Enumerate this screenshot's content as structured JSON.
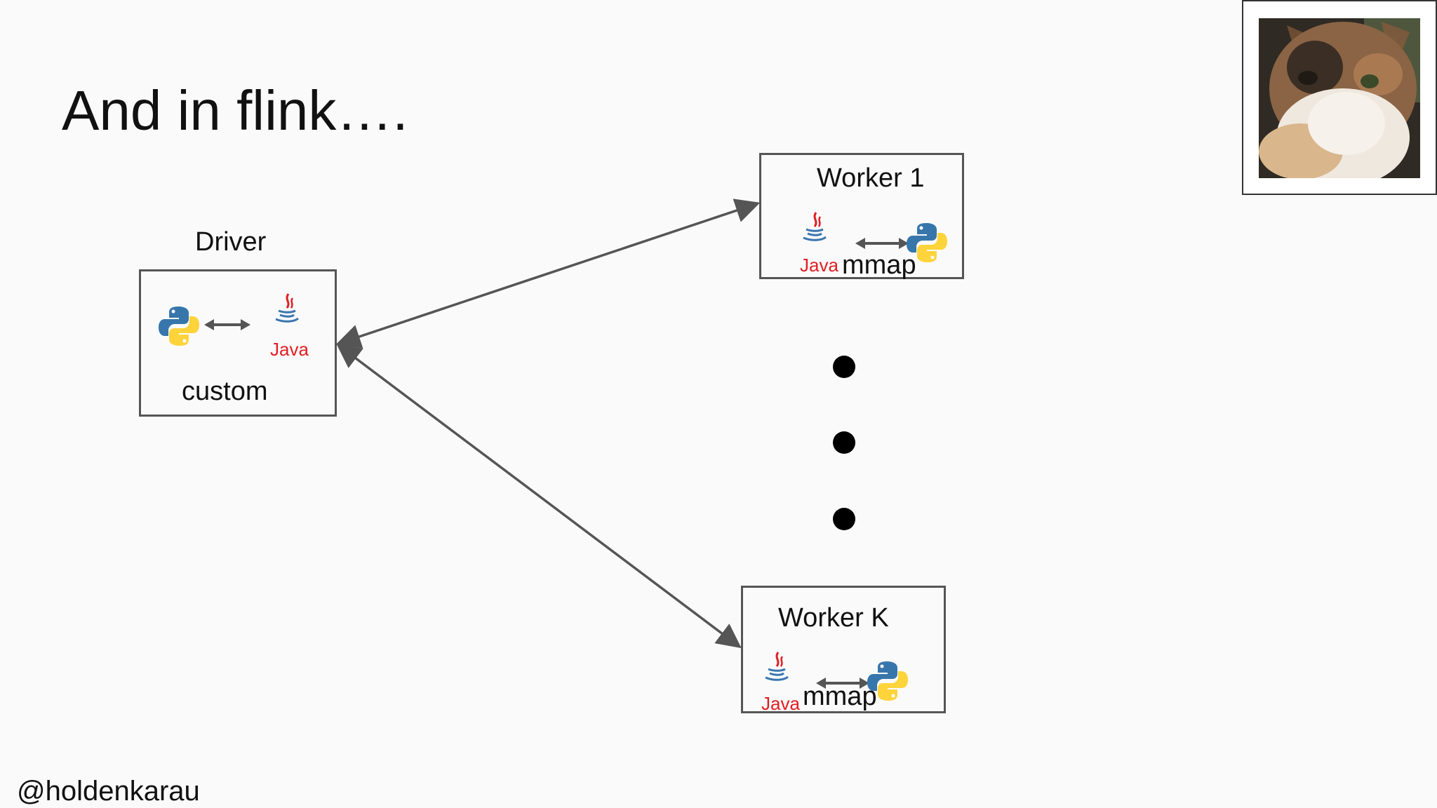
{
  "slide": {
    "title": "And in flink….",
    "handle": "@holdenkarau"
  },
  "driver": {
    "label": "Driver",
    "caption": "custom"
  },
  "worker_1": {
    "label": "Worker 1",
    "caption": "mmap"
  },
  "worker_k": {
    "label": "Worker K",
    "caption": "mmap"
  },
  "logos": {
    "java_text": "Java",
    "python_name": "python-logo-icon",
    "java_name": "java-logo-icon"
  },
  "colors": {
    "python_blue": "#3776ab",
    "python_yellow": "#ffd43b",
    "java_red": "#e11e22",
    "java_blue": "#3a75b0",
    "arrow": "#555555"
  }
}
